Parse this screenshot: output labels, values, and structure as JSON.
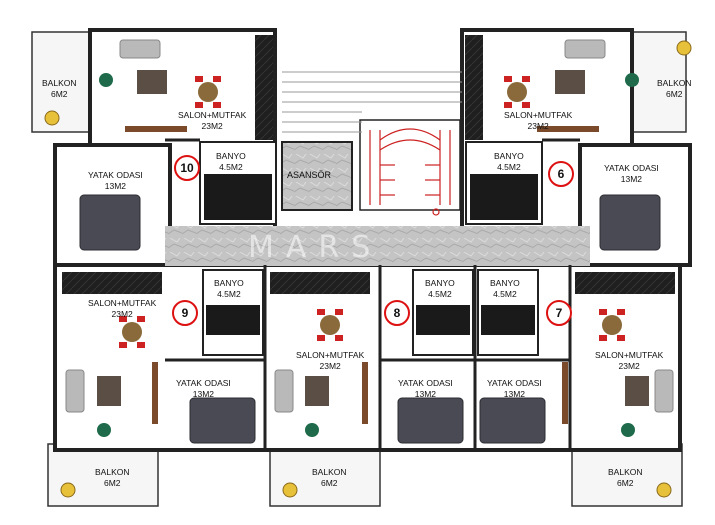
{
  "plan": {
    "watermark": "MARS",
    "elevator_label": "ASANSÖR",
    "apartments": [
      {
        "number": "10",
        "salon": [
          "SALON+MUTFAK",
          "23M2"
        ],
        "yatak": [
          "YATAK ODASI",
          "13M2"
        ],
        "banyo": [
          "BANYO",
          "4.5M2"
        ],
        "balkon": [
          "BALKON",
          "6M2"
        ]
      },
      {
        "number": "6",
        "salon": [
          "SALON+MUTFAK",
          "23M2"
        ],
        "yatak": [
          "YATAK ODASI",
          "13M2"
        ],
        "banyo": [
          "BANYO",
          "4.5M2"
        ],
        "balkon": [
          "BALKON",
          "6M2"
        ]
      },
      {
        "number": "9",
        "salon": [
          "SALON+MUTFAK",
          "23M2"
        ],
        "yatak": [
          "YATAK ODASI",
          "13M2"
        ],
        "banyo": [
          "BANYO",
          "4.5M2"
        ],
        "balkon": [
          "BALKON",
          "6M2"
        ]
      },
      {
        "number": "8",
        "salon": [
          "SALON+MUTFAK",
          "23M2"
        ],
        "yatak": [
          "YATAK ODASI",
          "13M2"
        ],
        "banyo": [
          "BANYO",
          "4.5M2"
        ],
        "balkon": [
          "BALKON",
          "6M2"
        ]
      },
      {
        "number": "7",
        "salon": [
          "SALON+MUTFAK",
          "23M2"
        ],
        "yatak": [
          "YATAK ODASI",
          "13M2"
        ],
        "banyo": [
          "BANYO",
          "4.5M2"
        ],
        "balkon": [
          "BALKON",
          "6M2"
        ]
      }
    ]
  },
  "colors": {
    "wall": "#222222",
    "floor": "#ffffff",
    "corridor": "#c9c9c9",
    "stairs": "#cc2222",
    "marker": "#dd1111",
    "bed": "#4a4a55",
    "shower": "#1a1a1a"
  }
}
